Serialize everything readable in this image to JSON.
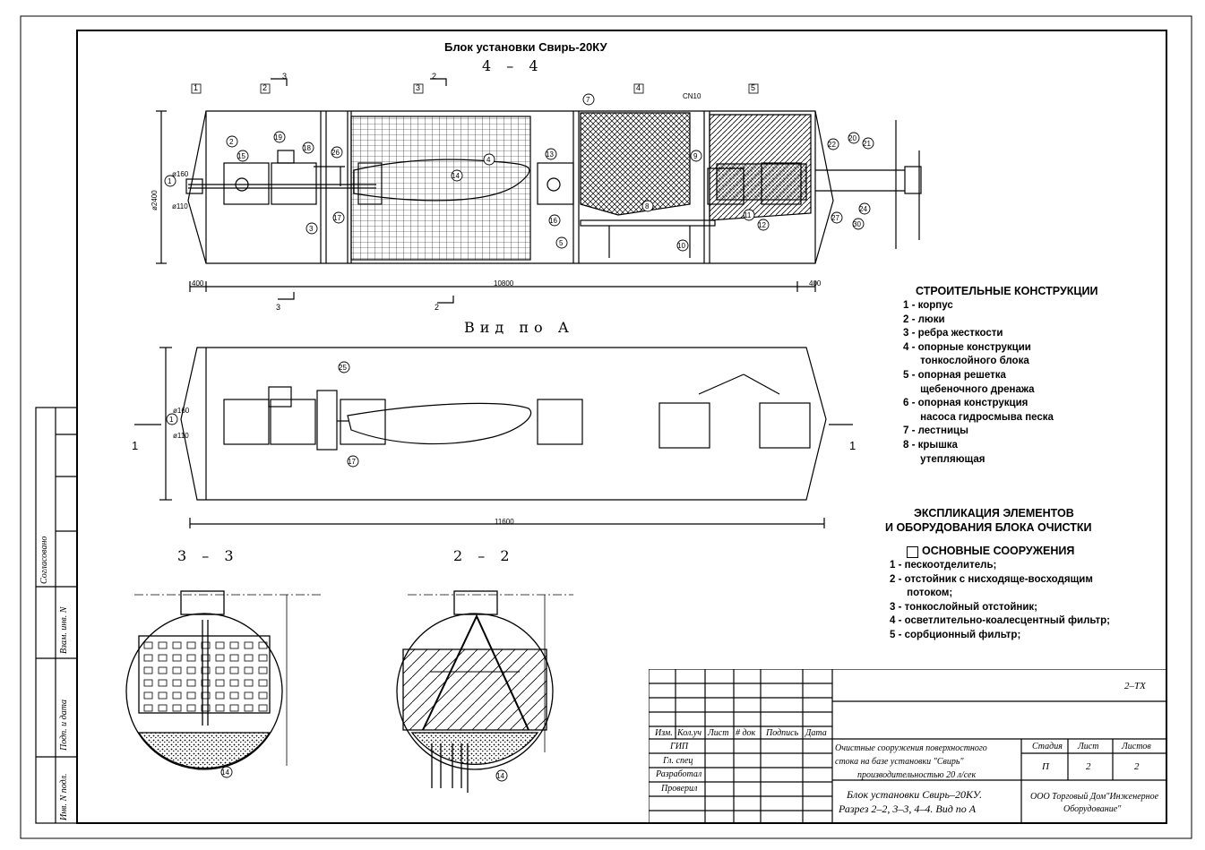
{
  "drawing": {
    "title": "Блок установки Свирь-20КУ",
    "section_4_4": "4 – 4",
    "section_view_a": "Вид по А",
    "section_3_3": "3 – 3",
    "section_2_2": "2 – 2",
    "zones": [
      "1",
      "2",
      "3",
      "4",
      "5"
    ],
    "dims": {
      "length_top": "10800",
      "left_400": "400",
      "right_400": "400",
      "length_bottom": "11600",
      "diam_2400": "ø2400"
    },
    "cut_marks": {
      "cut3": "3",
      "cut2": "2",
      "cut1": "1"
    },
    "labels": {
      "cn10": "CN10",
      "d160": "ø160",
      "d110": "ø110"
    }
  },
  "legend_structures": {
    "heading": "СТРОИТЕЛЬНЫЕ КОНСТРУКЦИИ",
    "items": [
      "1 - корпус",
      "2 - люки",
      "3 - ребра жесткости",
      "4 - опорные конструкции",
      "      тонкослойного блока",
      "5 - опорная решетка",
      "      щебеночного дренажа",
      "6 - опорная конструкция",
      "      насоса гидросмыва песка",
      "7 - лестницы",
      "8 - крышка",
      "      утепляющая"
    ]
  },
  "legend_equipment": {
    "heading_line1": "ЭКСПЛИКАЦИЯ ЭЛЕМЕНТОВ",
    "heading_line2": "И ОБОРУДОВАНИЯ  БЛОКА ОЧИСТКИ",
    "subheading": "ОСНОВНЫЕ  СООРУЖЕНИЯ",
    "items": [
      "1 - пескоотделитель;",
      "2 - отстойник с нисходяще-восходящим",
      "      потоком;",
      "3 - тонкослойный отстойник;",
      "4 - осветлительно-коалесцентный фильтр;",
      "5 - сорбционный фильтр;"
    ]
  },
  "side_stamp": {
    "agreed": "Согласовано",
    "inv_no": "Взам. инв. N",
    "sign_date": "Подп. и дата",
    "inv_orig": "Инв. N подл."
  },
  "title_block": {
    "code": "2–ТХ",
    "col_izm": "Изм.",
    "col_koluch": "Кол.уч",
    "col_list": "Лист",
    "col_ndok": "# док",
    "col_podpis": "Подпись",
    "col_data": "Дата",
    "row_gip": "ГИП",
    "row_glspec": "Гл. спец",
    "row_razrab": "Разработал",
    "row_prov": "Проверил",
    "description_line1": "Очистные сооружения поверхностного",
    "description_line2": "стока на базе установки \"Свирь\"",
    "description_line3": "производительностью 20 л/сек",
    "hdr_stadia": "Стадия",
    "hdr_list": "Лист",
    "hdr_listov": "Листов",
    "val_stadia": "П",
    "val_list": "2",
    "val_listov": "2",
    "sheet_title_line1": "Блок установки Свирь–20КУ.",
    "sheet_title_line2": "Разрез 2–2, 3–3, 4–4. Вид по А",
    "org_line1": "ООО Торговый Дом\"Инженерное",
    "org_line2": "Оборудование\""
  }
}
